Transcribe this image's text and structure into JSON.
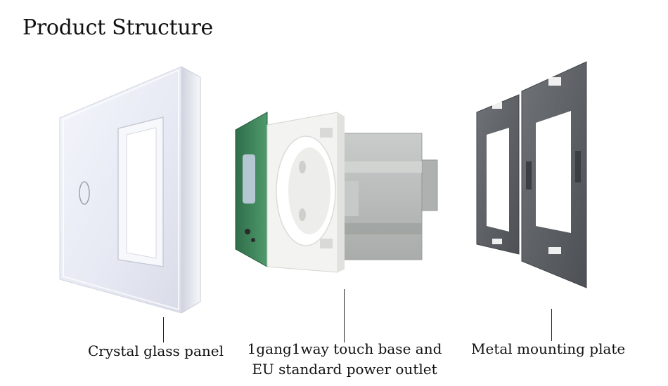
{
  "title": "Product Structure",
  "components": [
    {
      "id": "glass-panel",
      "label": "Crystal glass panel"
    },
    {
      "id": "touch-base",
      "label_line1": "1gang1way touch base and",
      "label_line2": "EU standard power outlet"
    },
    {
      "id": "mounting-plate",
      "label": "Metal mounting plate"
    }
  ]
}
